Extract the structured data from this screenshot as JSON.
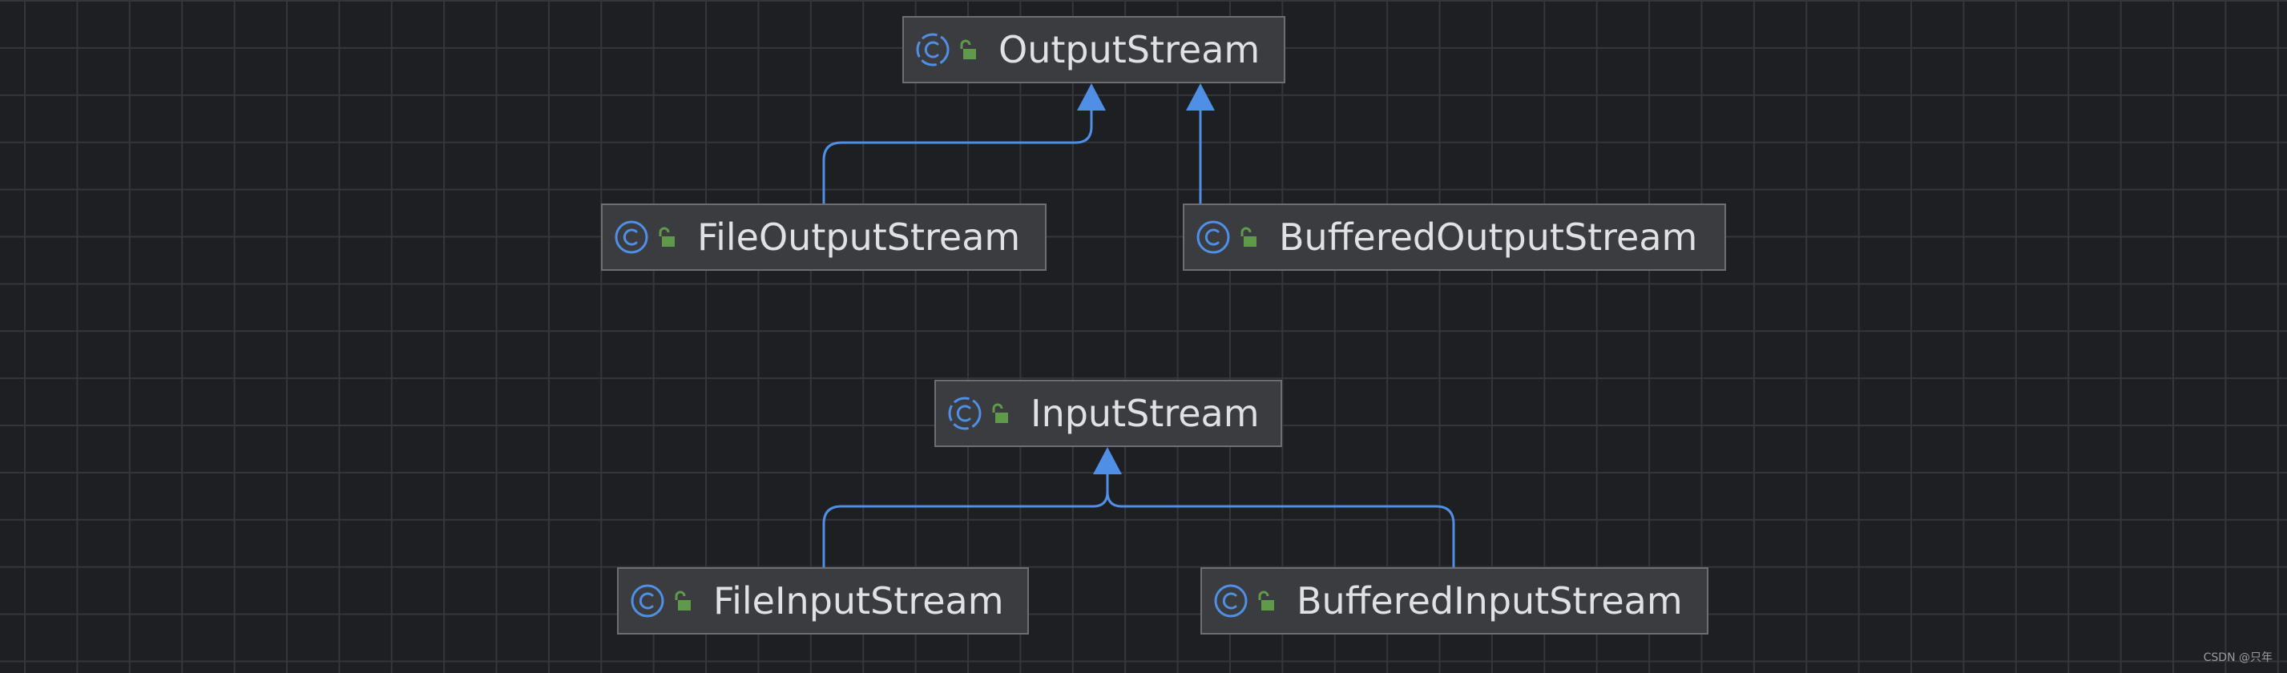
{
  "diagram": {
    "nodes": [
      {
        "id": "output-stream",
        "label": "OutputStream",
        "icon": "class-icon",
        "access_icon": "unlocked-icon"
      },
      {
        "id": "file-output-stream",
        "label": "FileOutputStream",
        "icon": "class-icon",
        "access_icon": "unlocked-icon"
      },
      {
        "id": "buffered-output-stream",
        "label": "BufferedOutputStream",
        "icon": "class-icon",
        "access_icon": "unlocked-icon"
      },
      {
        "id": "input-stream",
        "label": "InputStream",
        "icon": "class-icon",
        "access_icon": "unlocked-icon"
      },
      {
        "id": "file-input-stream",
        "label": "FileInputStream",
        "icon": "class-icon",
        "access_icon": "unlocked-icon"
      },
      {
        "id": "buffered-input-stream",
        "label": "BufferedInputStream",
        "icon": "class-icon",
        "access_icon": "unlocked-icon"
      }
    ],
    "edges": [
      {
        "from": "file-output-stream",
        "to": "output-stream",
        "type": "extends"
      },
      {
        "from": "buffered-output-stream",
        "to": "output-stream",
        "type": "extends"
      },
      {
        "from": "file-input-stream",
        "to": "input-stream",
        "type": "extends"
      },
      {
        "from": "buffered-input-stream",
        "to": "input-stream",
        "type": "extends"
      }
    ]
  },
  "watermark": "CSDN @只年",
  "colors": {
    "background": "#1e1f22",
    "grid": "#34363b",
    "node_fill": "#3b3c3f",
    "node_border": "#6c6e74",
    "edge": "#4f8fe6",
    "class_icon": "#4f8fe6",
    "lock_icon": "#5f9a4b",
    "label": "#dfe1e5"
  }
}
